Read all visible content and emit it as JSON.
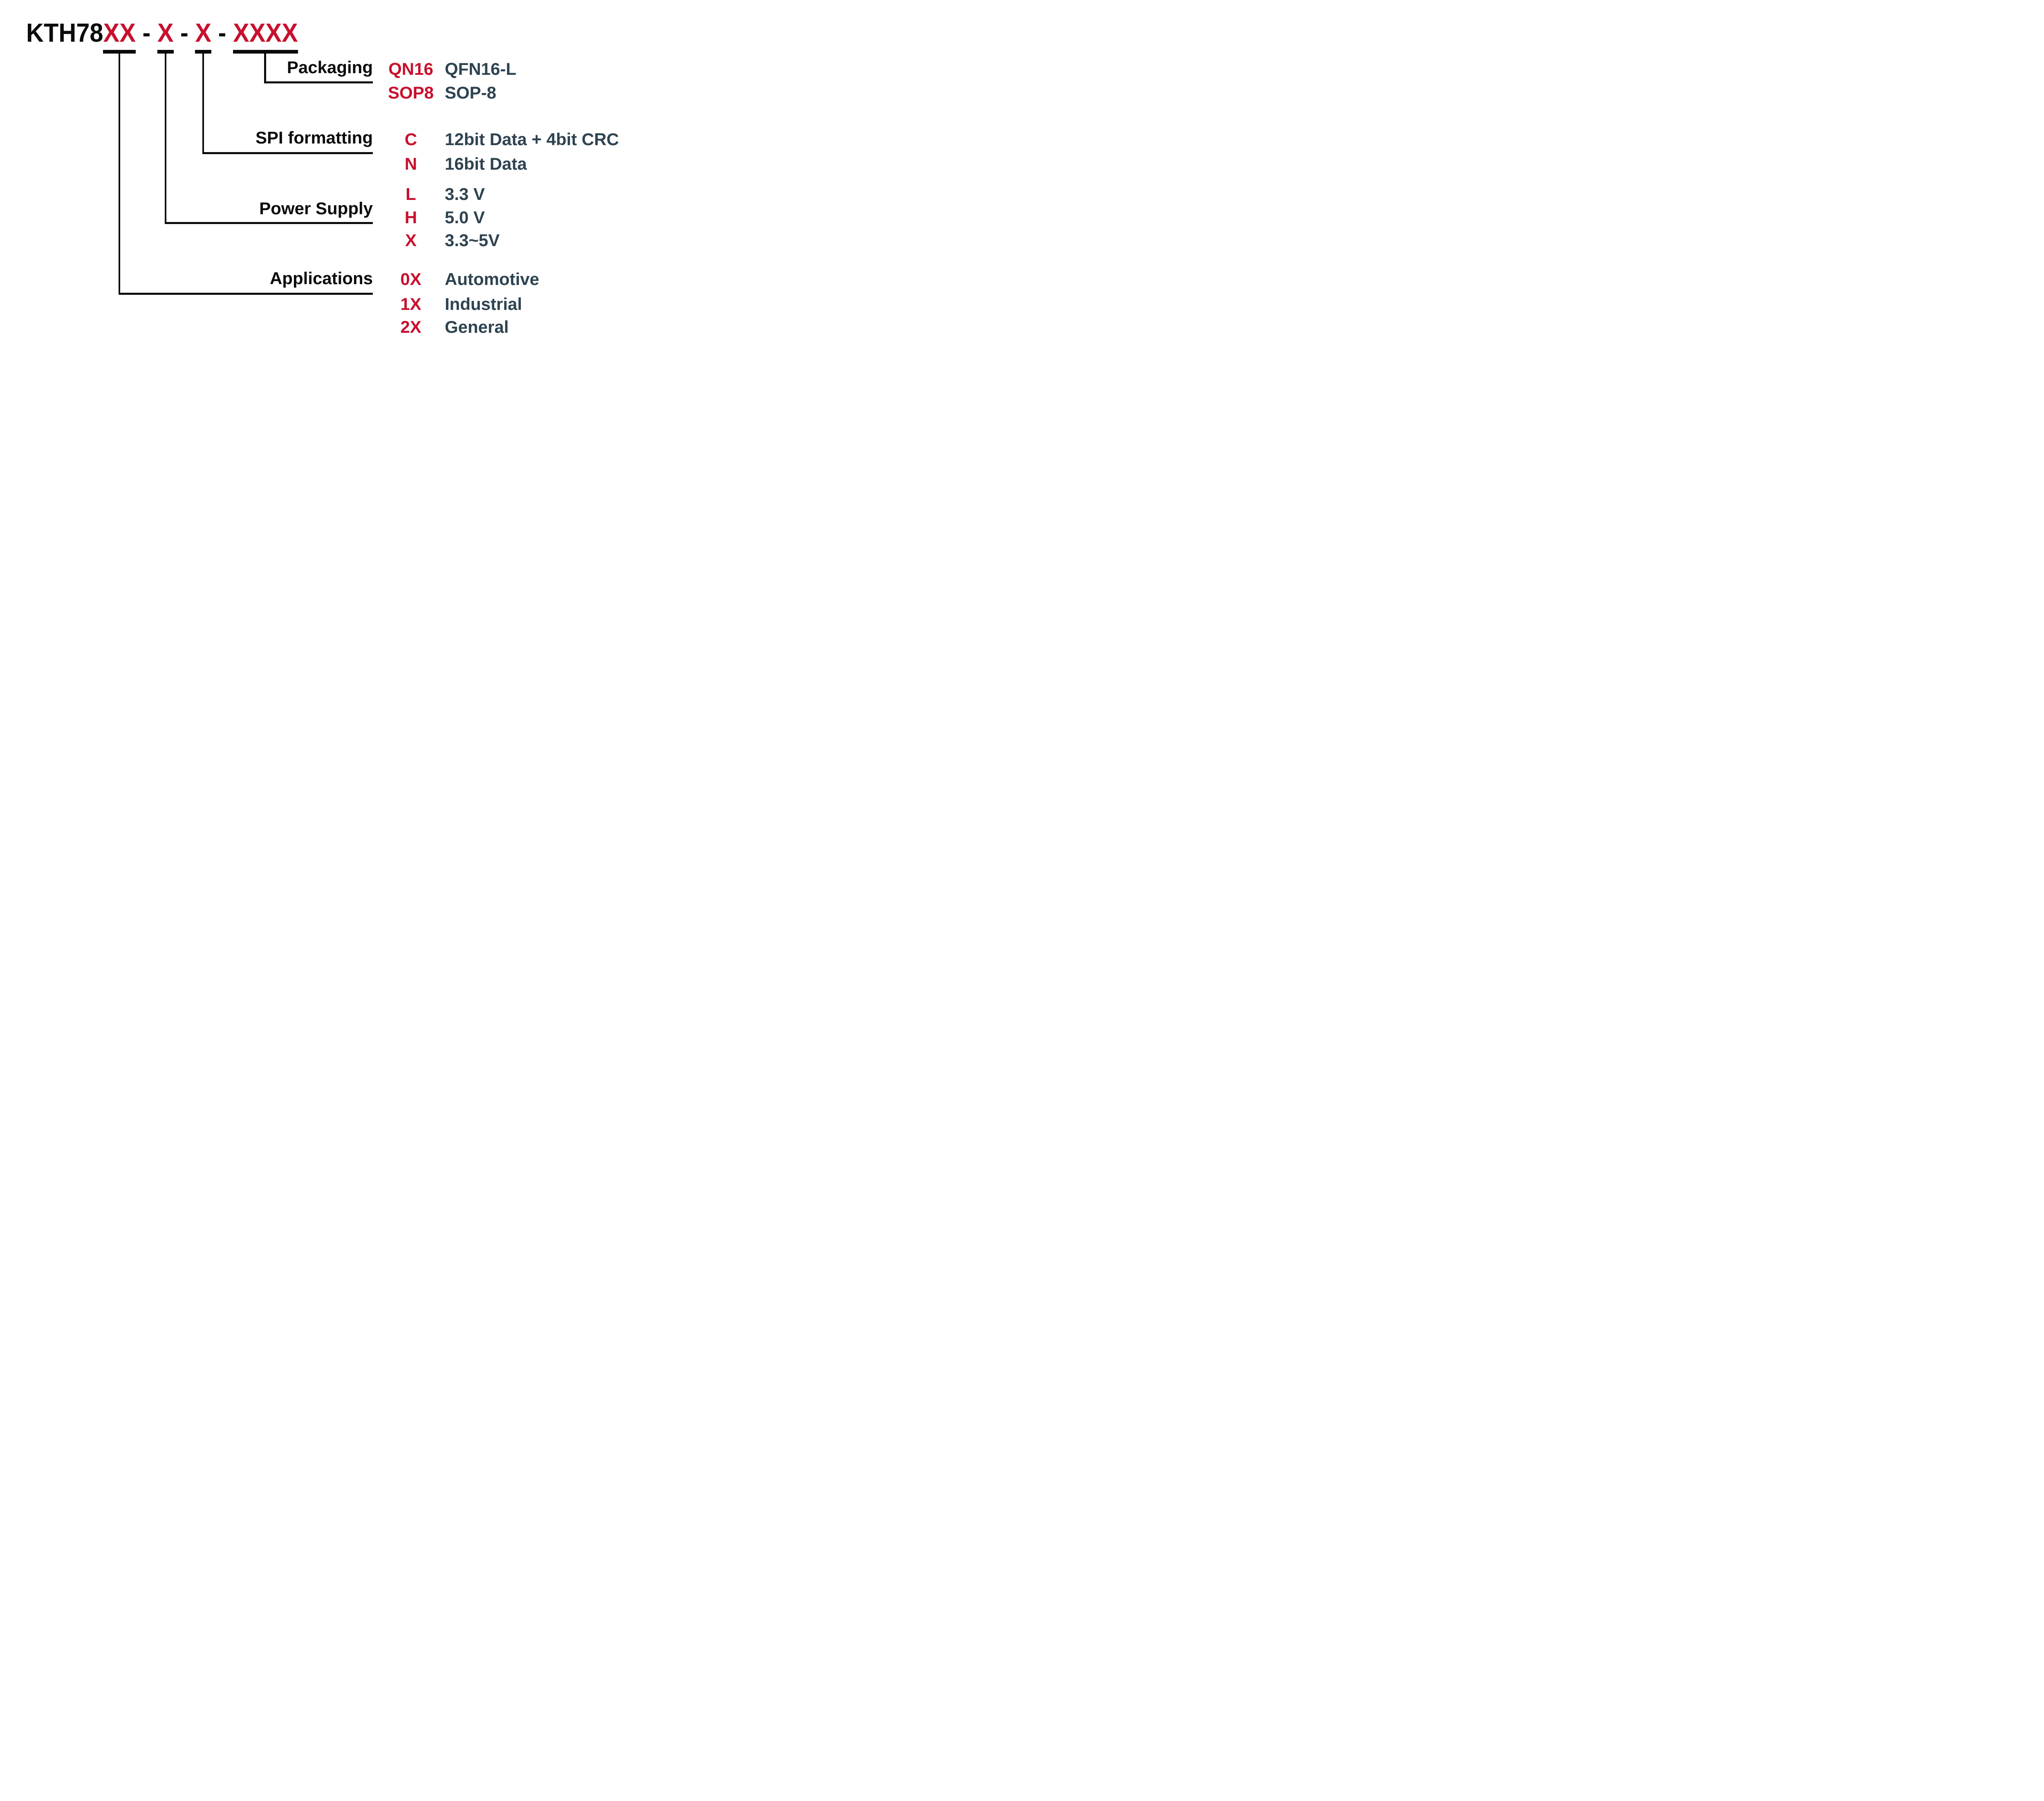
{
  "title": {
    "segments": [
      {
        "text": "KTH78",
        "color": "#0b0b0b"
      },
      {
        "text": "XX",
        "color": "#c8102e"
      },
      {
        "text": " - ",
        "color": "#0b0b0b"
      },
      {
        "text": "X",
        "color": "#c8102e"
      },
      {
        "text": " - ",
        "color": "#0b0b0b"
      },
      {
        "text": "X",
        "color": "#c8102e"
      },
      {
        "text": " - ",
        "color": "#0b0b0b"
      },
      {
        "text": "XXXX",
        "color": "#c8102e"
      }
    ]
  },
  "sections": [
    {
      "label": "Packaging",
      "rows": [
        {
          "code": "QN16",
          "value": "QFN16-L"
        },
        {
          "code": "SOP8",
          "value": "SOP-8"
        }
      ]
    },
    {
      "label": "SPI formatting",
      "rows": [
        {
          "code": "C",
          "value": "12bit Data + 4bit CRC"
        },
        {
          "code": "N",
          "value": "16bit Data"
        }
      ]
    },
    {
      "label": "Power Supply",
      "rows": [
        {
          "code": "L",
          "value": "3.3 V"
        },
        {
          "code": "H",
          "value": "5.0 V"
        },
        {
          "code": "X",
          "value": "3.3~5V"
        }
      ]
    },
    {
      "label": "Applications",
      "rows": [
        {
          "code": "0X",
          "value": "Automotive"
        },
        {
          "code": "1X",
          "value": "Industrial"
        },
        {
          "code": "2X",
          "value": "General"
        }
      ]
    }
  ],
  "colors": {
    "code_red": "#c8102e",
    "value_slate": "#2e4350",
    "line_black": "#0b0b0b",
    "background": "#ffffff"
  }
}
